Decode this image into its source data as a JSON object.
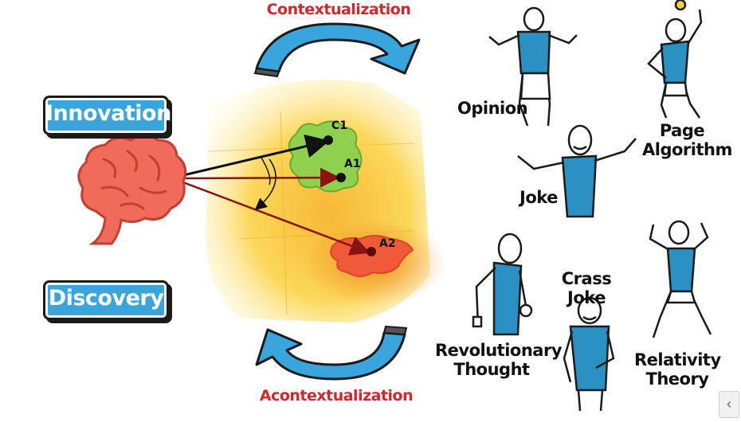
{
  "labels": {
    "contextualization": "Contextualization",
    "acontextualization": "Acontextualization",
    "innovation": "Innovation",
    "discovery": "Discovery",
    "opinion": "Opinion",
    "page_algorithm": "Page\nAlgorithm",
    "joke": "Joke",
    "crass_joke": "Crass Joke",
    "revolutionary_thought": "Revolutionary\nThought",
    "relativity_theory": "Relativity\nTheory"
  },
  "points": {
    "c1": "C1",
    "a1": "A1",
    "a2": "A2"
  },
  "nav": {
    "prev_label": "‹"
  },
  "colors": {
    "accent_blue": "#38a6dd",
    "accent_red": "#d7262b",
    "brain": "#ef6b5a",
    "blob_green": "#8fd14f",
    "blob_red": "#f05a38"
  }
}
